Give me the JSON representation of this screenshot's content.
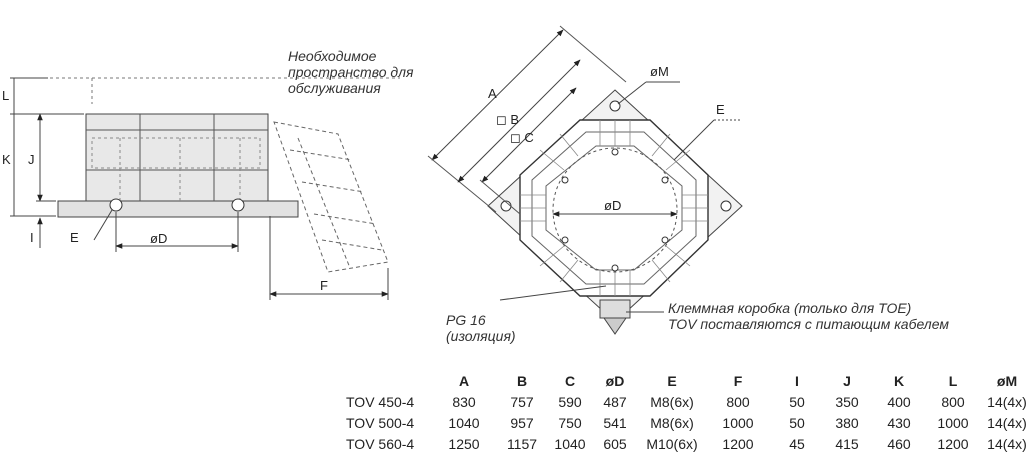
{
  "notes": {
    "service_space": [
      "Необходимое",
      "пространство для",
      "обслуживания"
    ],
    "pg16": [
      "PG 16",
      "(изоляция)"
    ],
    "terminal_box": [
      "Клеммная коробка (только для TOE)",
      "TOV поставляются с питающим кабелем"
    ]
  },
  "side_view_labels": {
    "L": "L",
    "K": "K",
    "J": "J",
    "I": "I",
    "E": "E",
    "D": "øD",
    "F": "F"
  },
  "top_view_labels": {
    "A": "A",
    "B": "◻ B",
    "C": "◻ C",
    "M": "øM",
    "E": "E",
    "D": "øD"
  },
  "table": {
    "headers": [
      "",
      "A",
      "B",
      "C",
      "øD",
      "E",
      "F",
      "I",
      "J",
      "K",
      "L",
      "øM"
    ],
    "rows": [
      [
        "TOV 450-4",
        "830",
        "757",
        "590",
        "487",
        "M8(6x)",
        "800",
        "50",
        "350",
        "400",
        "800",
        "14(4x)"
      ],
      [
        "TOV 500-4",
        "1040",
        "957",
        "750",
        "541",
        "M8(6x)",
        "1000",
        "50",
        "380",
        "430",
        "1000",
        "14(4x)"
      ],
      [
        "TOV 560-4",
        "1250",
        "1157",
        "1040",
        "605",
        "M10(6x)",
        "1200",
        "45",
        "415",
        "460",
        "1200",
        "14(4x)"
      ]
    ]
  }
}
